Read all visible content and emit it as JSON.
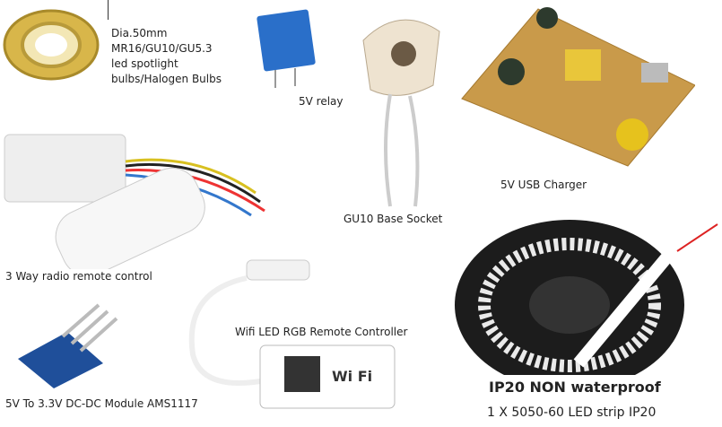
{
  "labels": {
    "spotlight": [
      "Dia.50mm",
      "MR16/GU10/GU5.3",
      "led spotlight",
      "bulbs/Halogen Bulbs"
    ],
    "relay": "5V relay",
    "socket": "GU10 Base Socket",
    "charger": "5V USB Charger",
    "remote": "3 Way radio remote control",
    "wifi": "Wifi LED RGB Remote Controller",
    "module": "5V To 3.3V DC-DC Module AMS1117",
    "strip_title": "IP20 NON waterproof",
    "strip_sub": "1 X 5050-60 LED strip IP20"
  },
  "colors": {
    "relay": "#2a6fc9",
    "pcb": "#c99a4a",
    "gold": "#d8b64a",
    "strip_reel": "#1c1c1c",
    "module": "#1f4f9a"
  }
}
